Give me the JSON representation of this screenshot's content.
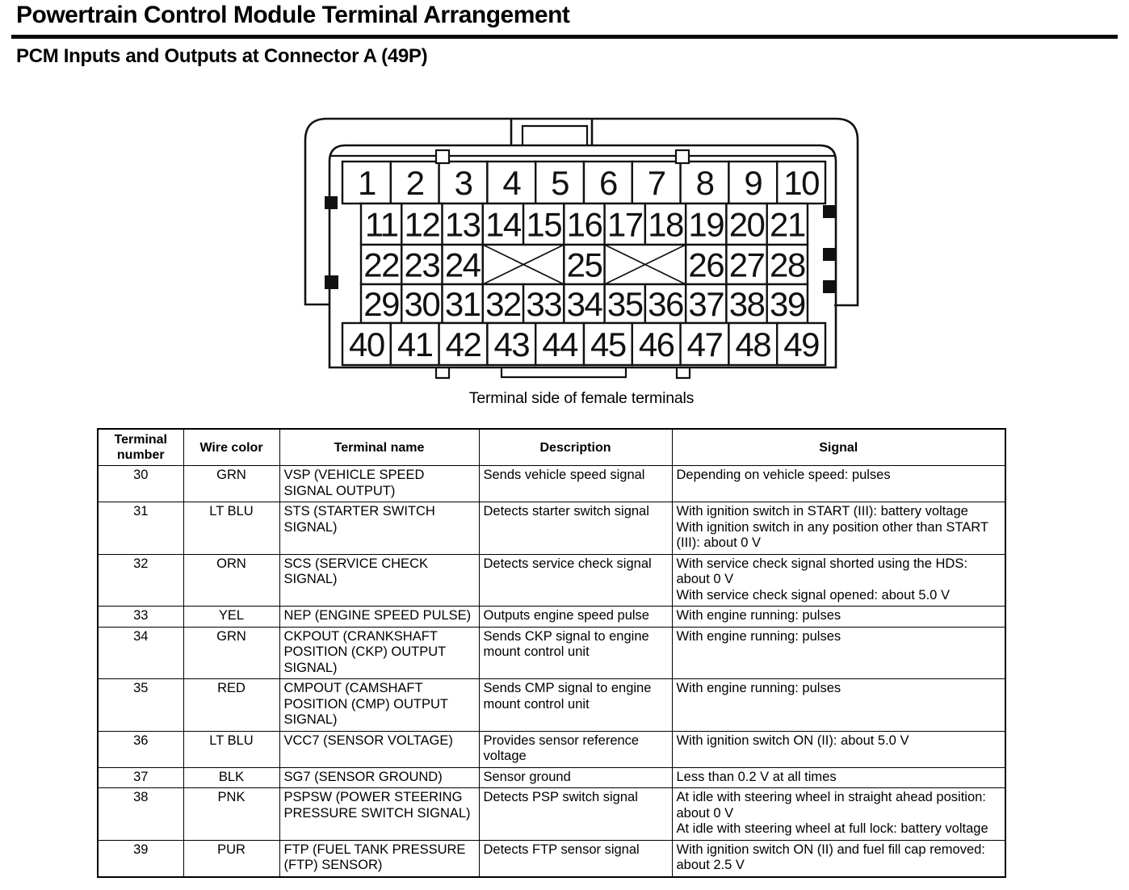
{
  "page": {
    "title": "Powertrain Control Module Terminal Arrangement",
    "subtitle": "PCM Inputs and Outputs at Connector A (49P)"
  },
  "connector": {
    "caption": "Terminal side of female terminals",
    "crossed_cell_marker": "x",
    "pin_rows": [
      [
        "1",
        "2",
        "3",
        "4",
        "5",
        "6",
        "7",
        "8",
        "9",
        "10"
      ],
      [
        "11",
        "12",
        "13",
        "14",
        "15",
        "16",
        "17",
        "18",
        "19",
        "20",
        "21"
      ],
      [
        "22",
        "23",
        "24",
        "x",
        "25",
        "x",
        "26",
        "27",
        "28"
      ],
      [
        "29",
        "30",
        "31",
        "32",
        "33",
        "34",
        "35",
        "36",
        "37",
        "38",
        "39"
      ],
      [
        "40",
        "41",
        "42",
        "43",
        "44",
        "45",
        "46",
        "47",
        "48",
        "49"
      ]
    ]
  },
  "table": {
    "headers": [
      "Terminal number",
      "Wire color",
      "Terminal name",
      "Description",
      "Signal"
    ],
    "rows": [
      {
        "number": "30",
        "wire_color": "GRN",
        "terminal_name": "VSP (VEHICLE SPEED SIGNAL OUTPUT)",
        "description": "Sends vehicle speed signal",
        "signal": "Depending on vehicle speed: pulses"
      },
      {
        "number": "31",
        "wire_color": "LT BLU",
        "terminal_name": "STS (STARTER SWITCH SIGNAL)",
        "description": "Detects starter switch signal",
        "signal": "With ignition switch in START (III): battery voltage\nWith ignition switch in any position other than START (III): about 0 V"
      },
      {
        "number": "32",
        "wire_color": "ORN",
        "terminal_name": "SCS (SERVICE CHECK SIGNAL)",
        "description": "Detects service check signal",
        "signal": "With service check signal shorted using the HDS: about 0 V\nWith service check signal opened: about 5.0 V"
      },
      {
        "number": "33",
        "wire_color": "YEL",
        "terminal_name": "NEP (ENGINE SPEED PULSE)",
        "description": "Outputs engine speed pulse",
        "signal": "With engine running: pulses"
      },
      {
        "number": "34",
        "wire_color": "GRN",
        "terminal_name": "CKPOUT (CRANKSHAFT POSITION (CKP) OUTPUT SIGNAL)",
        "description": "Sends CKP signal to engine mount control unit",
        "signal": "With engine running: pulses"
      },
      {
        "number": "35",
        "wire_color": "RED",
        "terminal_name": "CMPOUT (CAMSHAFT POSITION (CMP) OUTPUT SIGNAL)",
        "description": "Sends CMP signal to engine mount control unit",
        "signal": "With engine running: pulses"
      },
      {
        "number": "36",
        "wire_color": "LT BLU",
        "terminal_name": "VCC7 (SENSOR VOLTAGE)",
        "description": "Provides sensor reference voltage",
        "signal": "With ignition switch ON (II): about 5.0 V"
      },
      {
        "number": "37",
        "wire_color": "BLK",
        "terminal_name": "SG7 (SENSOR GROUND)",
        "description": "Sensor ground",
        "signal": "Less than 0.2 V at all times"
      },
      {
        "number": "38",
        "wire_color": "PNK",
        "terminal_name": "PSPSW (POWER STEERING PRESSURE SWITCH SIGNAL)",
        "description": "Detects PSP switch signal",
        "signal": "At idle with steering wheel in straight ahead position: about 0 V\nAt idle with steering wheel at full lock: battery voltage"
      },
      {
        "number": "39",
        "wire_color": "PUR",
        "terminal_name": "FTP (FUEL TANK PRESSURE (FTP) SENSOR)",
        "description": "Detects FTP sensor signal",
        "signal": "With ignition switch ON (II) and fuel fill cap removed: about 2.5 V"
      }
    ]
  }
}
